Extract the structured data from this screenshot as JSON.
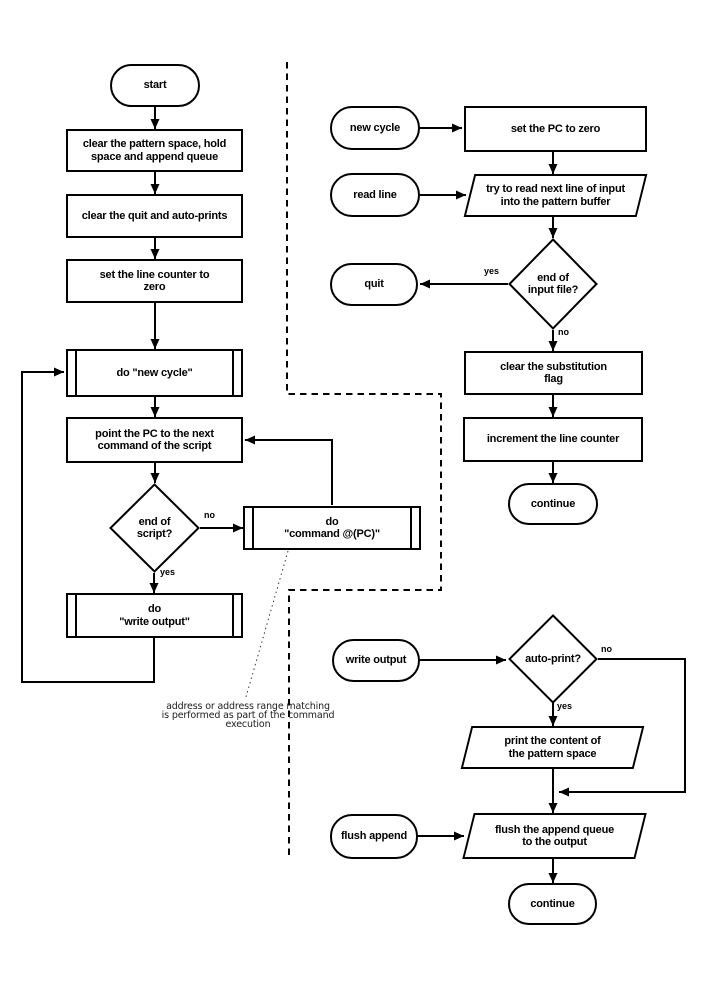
{
  "colors": {
    "stroke": "#000000",
    "background": "#ffffff",
    "annotation_text": "#1c1c1c"
  },
  "nodes": {
    "start": {
      "shape": "terminal",
      "lines": [
        "start"
      ]
    },
    "clear_pattern": {
      "shape": "process",
      "lines": [
        "clear the pattern space, hold",
        "space and append queue"
      ]
    },
    "clear_quit": {
      "shape": "process",
      "lines": [
        "clear the quit and auto-prints"
      ]
    },
    "set_line_counter": {
      "shape": "process",
      "lines": [
        "set the line counter to",
        "zero"
      ]
    },
    "do_new_cycle": {
      "shape": "subroutine",
      "lines": [
        "do \"new cycle\""
      ]
    },
    "point_pc": {
      "shape": "process",
      "lines": [
        "point the PC to the next",
        "command of the script"
      ]
    },
    "end_of_script": {
      "shape": "decision",
      "lines": [
        "end of",
        "script?"
      ]
    },
    "do_command": {
      "shape": "subroutine",
      "lines": [
        "do",
        "\"command @(PC)\""
      ]
    },
    "do_write_output": {
      "shape": "subroutine",
      "lines": [
        "do",
        "\"write output\""
      ]
    },
    "new_cycle": {
      "shape": "terminal",
      "lines": [
        "new cycle"
      ]
    },
    "set_pc_zero": {
      "shape": "process",
      "lines": [
        "set the PC to zero"
      ]
    },
    "read_line": {
      "shape": "terminal",
      "lines": [
        "read line"
      ]
    },
    "try_read": {
      "shape": "io",
      "lines": [
        "try to read next line of input",
        "into the pattern buffer"
      ]
    },
    "end_of_input": {
      "shape": "decision",
      "lines": [
        "end of",
        "input file?"
      ]
    },
    "quit": {
      "shape": "terminal",
      "lines": [
        "quit"
      ]
    },
    "clear_substitution": {
      "shape": "process",
      "lines": [
        "clear the substitution",
        "flag"
      ]
    },
    "increment_line": {
      "shape": "process",
      "lines": [
        "increment the line counter"
      ]
    },
    "continue_top": {
      "shape": "terminal",
      "lines": [
        "continue"
      ]
    },
    "write_output": {
      "shape": "terminal",
      "lines": [
        "write output"
      ]
    },
    "auto_print": {
      "shape": "decision",
      "lines": [
        "auto-print?"
      ]
    },
    "print_content": {
      "shape": "io",
      "lines": [
        "print the content of",
        "the pattern space"
      ]
    },
    "flush_append": {
      "shape": "terminal",
      "lines": [
        "flush append"
      ]
    },
    "flush_queue": {
      "shape": "io",
      "lines": [
        "flush the append queue",
        "to the output"
      ]
    },
    "continue_bottom": {
      "shape": "terminal",
      "lines": [
        "continue"
      ]
    }
  },
  "edge_labels": {
    "end_of_script_no": "no",
    "end_of_script_yes": "yes",
    "end_of_input_yes": "yes",
    "end_of_input_no": "no",
    "auto_print_no": "no",
    "auto_print_yes": "yes"
  },
  "annotation": {
    "lines": [
      "address or address range matching",
      "is performed as part of the command",
      "execution"
    ]
  }
}
